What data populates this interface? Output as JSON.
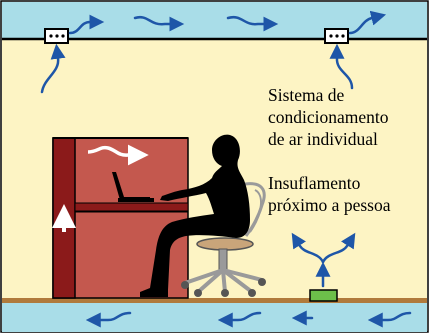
{
  "captions": {
    "system": [
      "Sistema de",
      "condicionamento",
      "de ar individual"
    ],
    "supply": [
      "Insuflamento",
      "próximo a pessoa"
    ]
  },
  "colors": {
    "ceiling_plenum": "#a9dde8",
    "room_background": "#fdf4c4",
    "floor_plenum": "#a9dde8",
    "air_arrow": "#1e56a8",
    "desk": "#c4584e",
    "desk_frame": "#8b1a1a",
    "person": "#000000",
    "chair_seat": "#c9a57a",
    "chair_base": "#9a9a9a",
    "floor_diffuser": "#6cbf4a",
    "floor_line": "#b07a3c"
  },
  "icons": [
    "ceiling-diffuser-icon",
    "person-silhouette-icon",
    "office-chair-icon",
    "laptop-icon",
    "air-flow-arrow-icon",
    "floor-diffuser-icon"
  ]
}
